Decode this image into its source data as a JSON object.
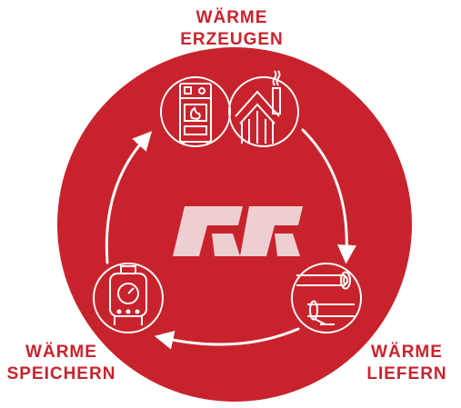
{
  "colors": {
    "brand_red": "#c8232c",
    "logo_fill": "#eecfd1",
    "icon_stroke": "#ffffff"
  },
  "labels": {
    "top": {
      "line1": "WÄRME",
      "line2": "ERZEUGEN"
    },
    "left": {
      "line1": "WÄRME",
      "line2": "SPEICHERN"
    },
    "right": {
      "line1": "WÄRME",
      "line2": "LIEFERN"
    }
  },
  "icons": {
    "boiler": "boiler-icon",
    "house": "house-icon",
    "pipes": "pipes-icon",
    "tank": "storage-tank-icon",
    "logo": "rr-logo-icon"
  }
}
